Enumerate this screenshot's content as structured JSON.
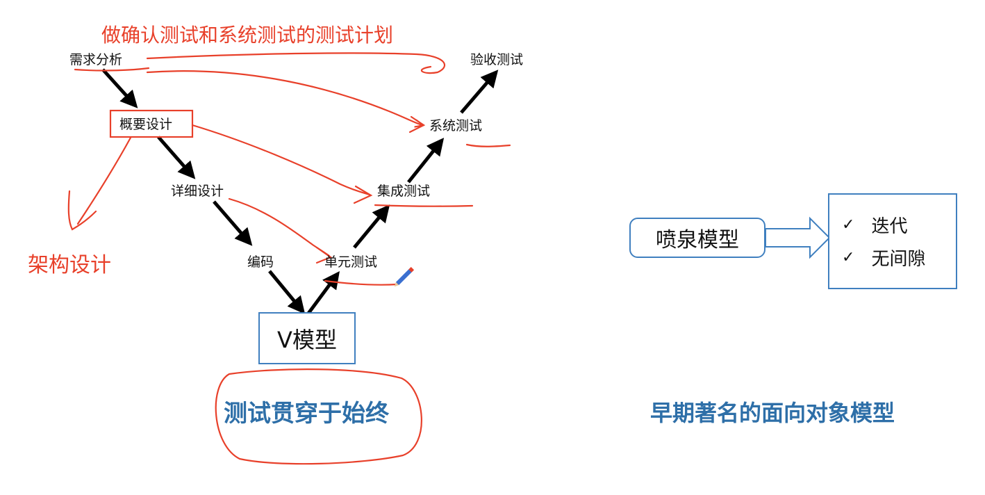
{
  "v_model": {
    "nodes": {
      "requirements": "需求分析",
      "high_level_design": "概要设计",
      "detailed_design": "详细设计",
      "coding": "编码",
      "unit_test": "单元测试",
      "integration_test": "集成测试",
      "system_test": "系统测试",
      "acceptance_test": "验收测试"
    },
    "box_label": "V模型"
  },
  "annotations": {
    "test_plan_note": "做确认测试和系统测试的测试计划",
    "architecture_note": "架构设计",
    "testing_throughout": "测试贯穿于始终"
  },
  "fountain_model": {
    "label": "喷泉模型",
    "features": [
      {
        "check": "✓",
        "text": "迭代"
      },
      {
        "check": "✓",
        "text": "无间隙"
      }
    ],
    "caption": "早期著名的面向对象模型"
  },
  "colors": {
    "annotation_red": "#e8402a",
    "box_blue": "#3f7fbf",
    "title_blue": "#2e6fa8",
    "arrow_black": "#000000"
  }
}
